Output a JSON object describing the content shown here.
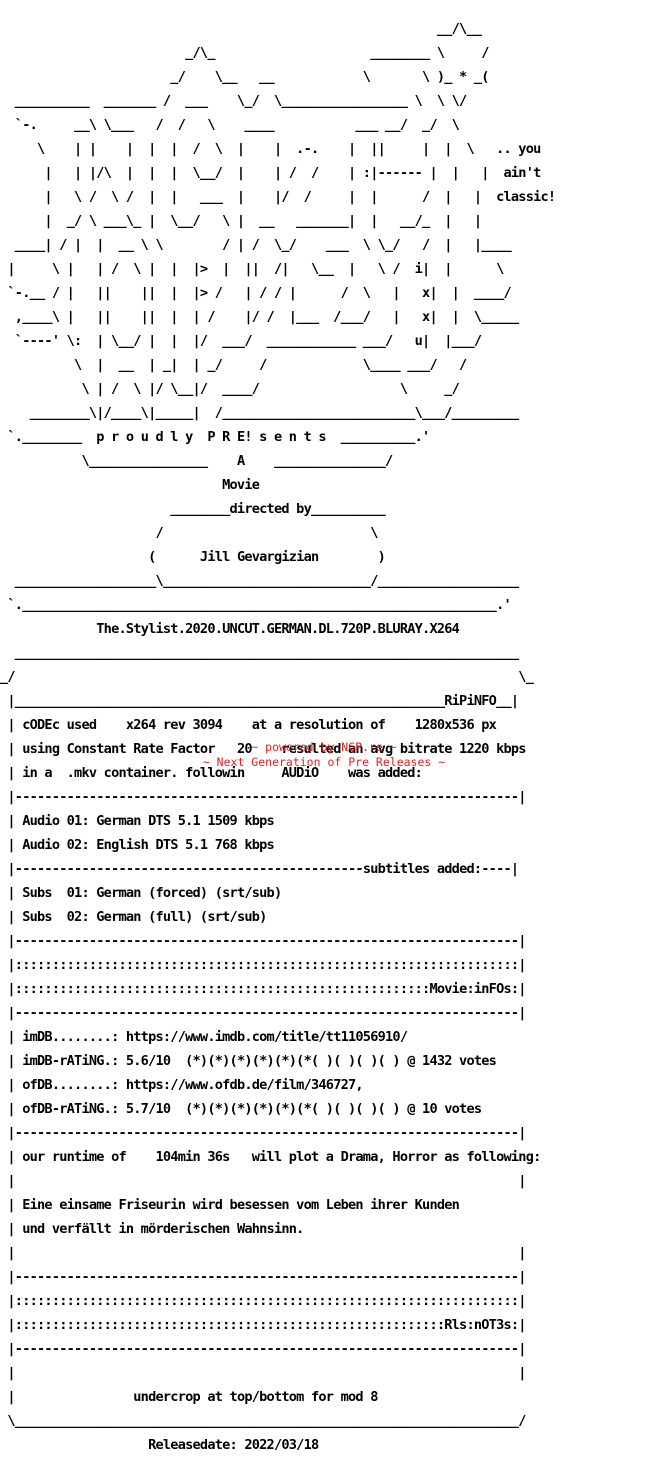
{
  "art": [
    "                                                  ____      __/\\__",
    "                         /\\                      \\   \\     )_  _(",
    "             __       __/  \\__   /\\__            /   /_     )_* _(",
    "  ___________\\ \\_____/  ___   \\_/    \\_________ /  /  \\___   \\/",
    " \\  __  ___  __/ __ /  /__/  __\\       ___  ___\\/  /\\_    \\   ",
    "  \\ \\ \\ \\  \\ \\   \\ \\  \\   \\  \\         /  \\ /   \\       _     \\   ",
    "   \\_\\ \\_\\  \\_\\   \\_\\_/   /  /   ___/\\   \\  \\_______   ",
    "           \\/                \\/   \\/                \\/  ",
    "  ____      _     ___________________________   ___    ",
    " /    \\    / \\   /  ___  \\/    \\__________\\    /   \\   ",
    " \\__   \\  /   \\ /  /  /  /  ___/   ______  \\  / __  \\  ",
    "    \\   \\/  /\\ \\  /__/  /   \\__   /  ___/  \\/  \\ \\  ",
    "     \\____/  \\___/\\____/ \\____/  \\____/\\_____/\\_/\\_\\  ",
    "",
    "",
    "",
    "",
    "",
    "",
    "",
    ""
  ],
  "tagline_art": ".. you\n   ain't\n   classic!",
  "header": {
    "proudly": "p r o u d l y  P R E! s e n t s",
    "a": "A",
    "movie": "Movie",
    "directed_by": "directed by",
    "director": "Jill Gevargizian",
    "release_name": "The.Stylist.2020.UNCUT.GERMAN.DL.720P.BLURAY.X264"
  },
  "sections": {
    "ripinfo": "RiPiNFO",
    "subtitles": "subtitles added:",
    "movieinfos": "Movie:inFOs",
    "rlsnotes": "Rls:nOT3s"
  },
  "video": {
    "line1": "cODEc used    x264 rev 3094    at a resolution of    1280x536 px",
    "line2": "using Constant Rate Factor   20    resulted an avg bitrate 1220 kbps",
    "line3": "in a  .mkv container. followin     AUDiO    was added:"
  },
  "audio": [
    "Audio 01: German DTS 5.1 1509 kbps",
    "Audio 02: English DTS 5.1 768 kbps"
  ],
  "subs": [
    "Subs  01: German (forced) (srt/sub)",
    "Subs  02: German (full) (srt/sub)"
  ],
  "movie": {
    "imdb": "imDB........: https://www.imdb.com/title/tt11056910/",
    "imdb_rating": "imDB-rATiNG.: 5.6/10  (*)(*)(*)(*)(*)(*( )( )( )( ) @ 1432 votes",
    "ofdb": "ofDB........: https://www.ofdb.de/film/346727,",
    "ofdb_rating": "ofDB-rATiNG.: 5.7/10  (*)(*)(*)(*)(*)(*( )( )( )( ) @ 10 votes",
    "runtime": "our runtime of    104min 36s   will plot a Drama, Horror as following:",
    "plot_1": "Eine einsame Friseurin wird besessen vom Leben ihrer Kunden",
    "plot_2": "und verfällt in mörderischen Wahnsinn."
  },
  "notes": {
    "line1": "undercrop at top/bottom for mod 8",
    "releasedate": "Releasedate: 2022/03/18"
  },
  "footer": {
    "line1": "~ powered by NGP.re ~",
    "line2": "~ Next Generation of Pre Releases ~"
  },
  "colors": {
    "text": "#000000",
    "footer": "#e02020",
    "background": "#ffffff"
  }
}
